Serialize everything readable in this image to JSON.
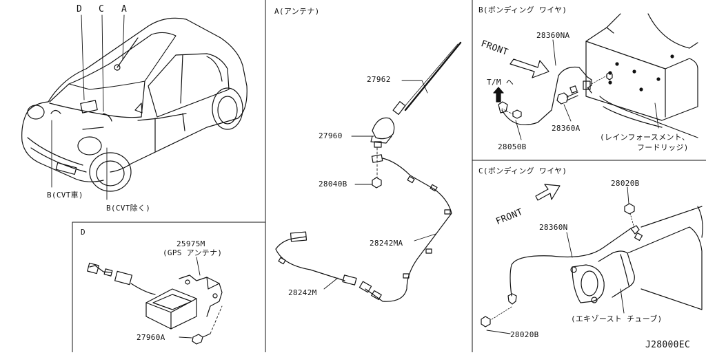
{
  "car_labels": {
    "a": "A",
    "b_cvt": "B(CVT車)",
    "b_cvt_excl": "B(CVT除く)",
    "c": "C",
    "d": "D"
  },
  "panel_a": {
    "title": "A(アンテナ)",
    "parts": {
      "p27962": "27962",
      "p27960": "27960",
      "p28040b": "28040B",
      "p28242ma": "28242MA",
      "p28242m": "28242M"
    }
  },
  "panel_b": {
    "title": "B(ボンディング ワイヤ)",
    "front": "FRONT",
    "tm": "T/M へ",
    "parts": {
      "p28360na": "28360NA",
      "p28360a": "28360A",
      "p28050b": "28050B"
    },
    "note_line1": "(レインフォースメント、",
    "note_line2": "フードリッジ)"
  },
  "panel_c": {
    "title": "C(ボンディング ワイヤ)",
    "front": "FRONT",
    "parts": {
      "p28020b_top": "28020B",
      "p28360n": "28360N",
      "p28020b_bottom": "28020B"
    },
    "note": "(エキゾースト チューブ)"
  },
  "panel_d": {
    "title": "D",
    "parts": {
      "p25975m": "25975M",
      "gps": "(GPS アンテナ)",
      "p27960a": "27960A"
    }
  },
  "drawing_code": "J28000EC"
}
